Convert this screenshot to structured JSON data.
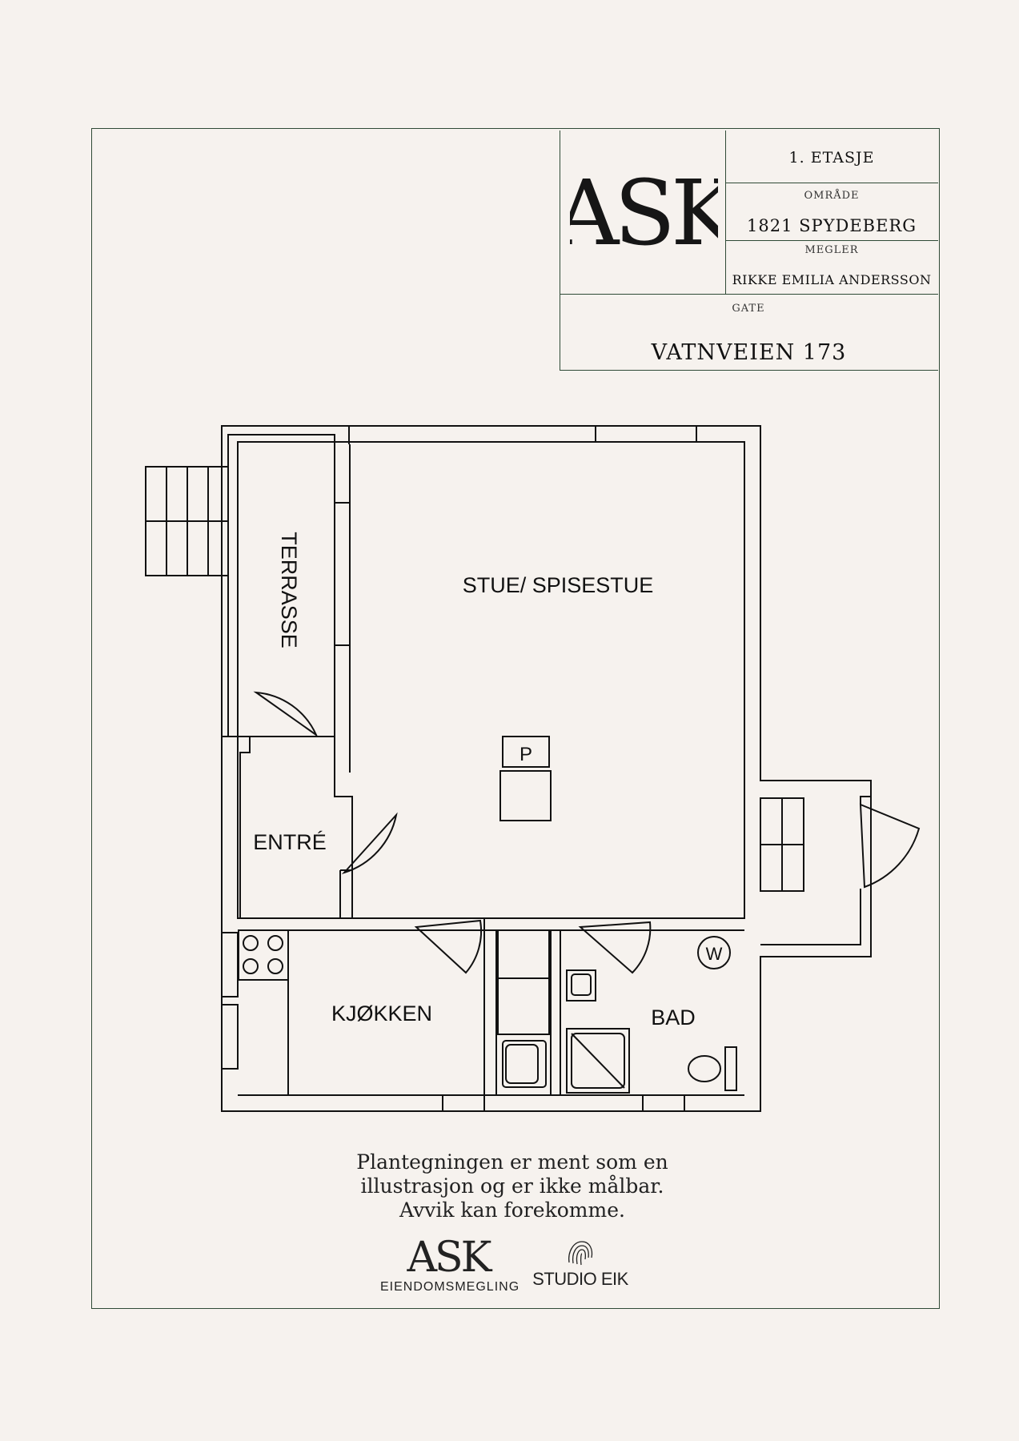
{
  "title_block": {
    "floor": "1. ETASJE",
    "area_label": "OMRÅDE",
    "area_value": "1821 SPYDEBERG",
    "agent_label": "MEGLER",
    "agent_value": "RIKKE EMILIA ANDERSSON",
    "street_label": "GATE",
    "street_value": "VATNVEIEN 173",
    "logo_text": "ASK"
  },
  "rooms": {
    "terrasse": "TERRASSE",
    "stue": "STUE/ SPISESTUE",
    "entre": "ENTRÉ",
    "kjokken": "KJØKKEN",
    "bad": "BAD",
    "fireplace": "P",
    "washer": "W"
  },
  "disclaimer": {
    "line1": "Plantegningen er ment som en",
    "line2": "illustrasjon og er ikke målbar.",
    "line3": "Avvik kan forekomme."
  },
  "footer": {
    "ask_logo": "ASK",
    "ask_sub": "EIENDOMSMEGLING",
    "studio": "STUDIO EIK"
  },
  "colors": {
    "background": "#f6f2ee",
    "frame": "#2f4a36",
    "ink": "#111111"
  }
}
